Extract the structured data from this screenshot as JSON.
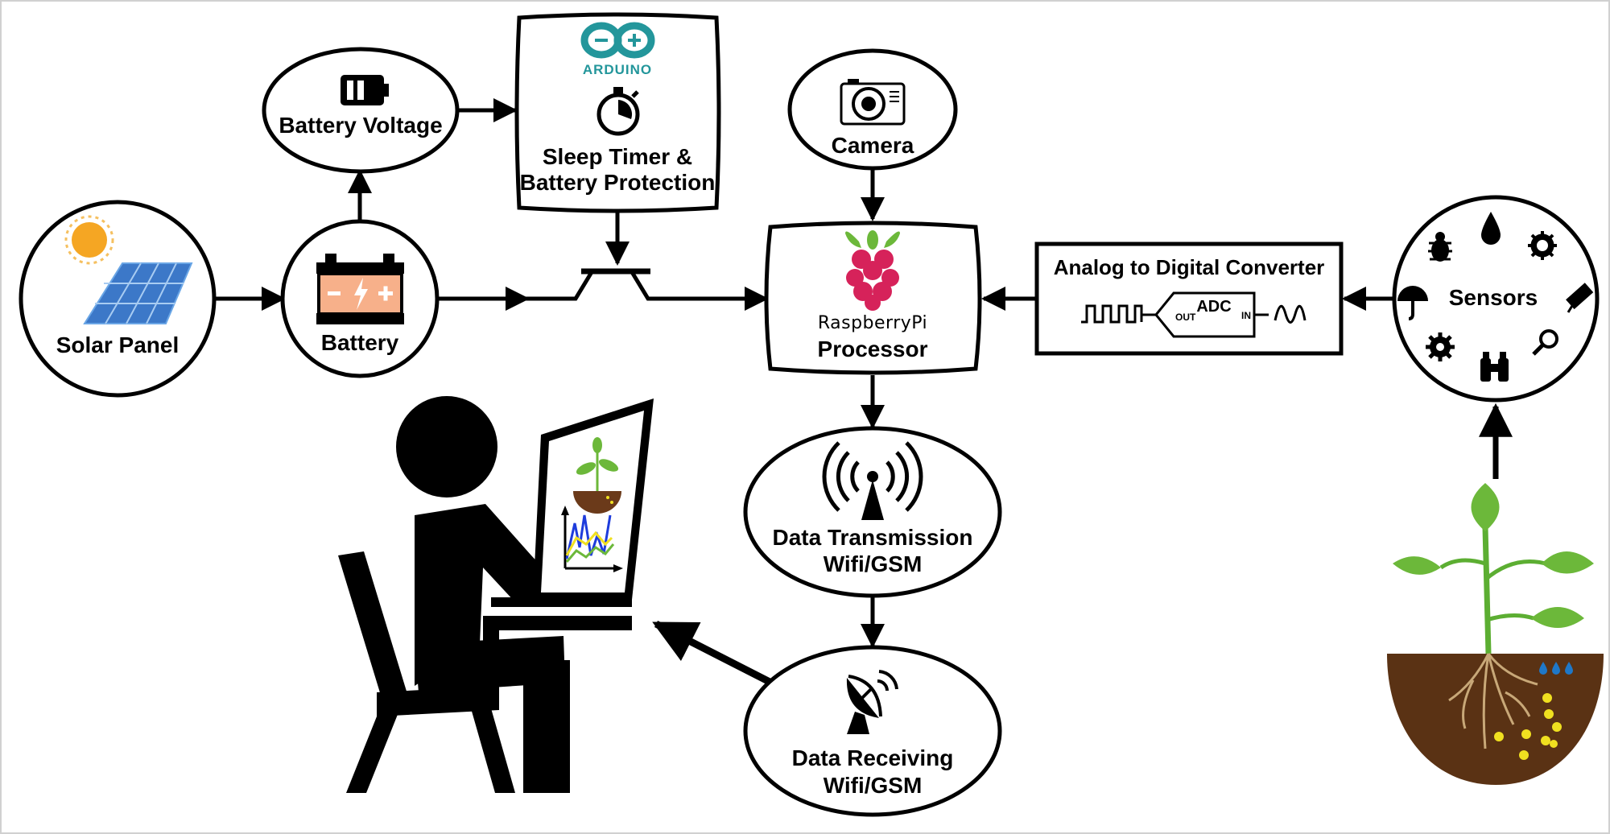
{
  "colors": {
    "ink": "#000000",
    "background": "#ffffff",
    "arduino": "#23969b",
    "raspberry": "#d6225a",
    "leaf": "#6cb83a",
    "sun": "#f5a623",
    "solar_cell": "#3c78c8",
    "battery_fill": "#f7b08a",
    "soil": "#5a3214",
    "water": "#1f78c8",
    "nutrient": "#f0e020"
  },
  "nodes": {
    "solar_panel": {
      "label": "Solar Panel",
      "icon": "solar-panel-icon"
    },
    "battery": {
      "label": "Battery",
      "icon": "battery-icon"
    },
    "battery_voltage": {
      "label": "Battery Voltage",
      "icon": "battery-level-icon"
    },
    "arduino": {
      "brand": "ARDUINO",
      "label_line1": "Sleep Timer &",
      "label_line2": "Battery Protection",
      "icon": "stopwatch-icon"
    },
    "camera": {
      "label": "Camera",
      "icon": "camera-icon"
    },
    "processor": {
      "brand": "RaspberryPi",
      "label": "Processor",
      "icon": "raspberry-pi-icon"
    },
    "adc": {
      "label": "Analog to Digital Converter",
      "chip": "ADC",
      "pin_out": "OUT",
      "pin_in": "IN"
    },
    "sensors": {
      "label": "Sensors",
      "icons": [
        "bug-icon",
        "droplet-icon",
        "gear-icon",
        "umbrella-icon",
        "pen-icon",
        "cog-icon",
        "binoculars-icon",
        "magnifier-icon"
      ]
    },
    "transmission": {
      "label_line1": "Data Transmission",
      "label_line2": "Wifi/GSM",
      "icon": "antenna-icon"
    },
    "receiving": {
      "label_line1": "Data Receiving",
      "label_line2": "Wifi/GSM",
      "icon": "satellite-dish-icon"
    }
  },
  "illustrations": {
    "user": "person-at-computer-icon",
    "plant": "plant-in-soil-icon"
  }
}
